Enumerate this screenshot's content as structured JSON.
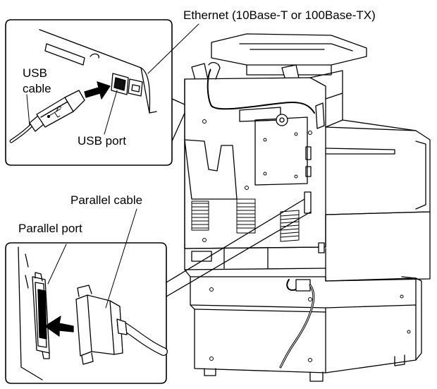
{
  "labels": {
    "ethernet": "Ethernet (10Base-T or 100Base-TX)",
    "usb_cable_line1": "USB",
    "usb_cable_line2": "cable",
    "usb_port": "USB port",
    "parallel_cable": "Parallel cable",
    "parallel_port": "Parallel port"
  },
  "colors": {
    "line": "#000000",
    "fill": "#ffffff",
    "shade": "#e6e6e6"
  },
  "icons": {
    "usb_symbol": "usb-trident-icon",
    "arrow": "insert-arrow-icon"
  }
}
